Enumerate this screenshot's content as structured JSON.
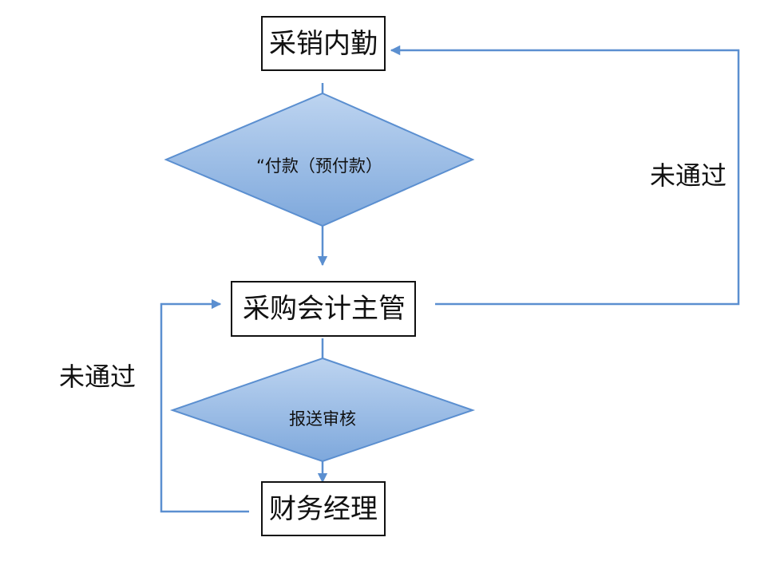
{
  "nodes": {
    "sales_staff": "采销内勤",
    "payment_decision": "“付款（预付款）",
    "purchase_accounting_supervisor": "采购会计主管",
    "review_decision": "报送审核",
    "finance_manager": "财务经理"
  },
  "edges": {
    "right_reject_label": "未通过",
    "left_reject_label": "未通过"
  },
  "colors": {
    "line": "#5b8fd0",
    "box_border": "#111111",
    "diamond_fill_top": "#bdd4f0",
    "diamond_fill_bottom": "#7ea8dc",
    "diamond_stroke": "#5b8fd0"
  }
}
